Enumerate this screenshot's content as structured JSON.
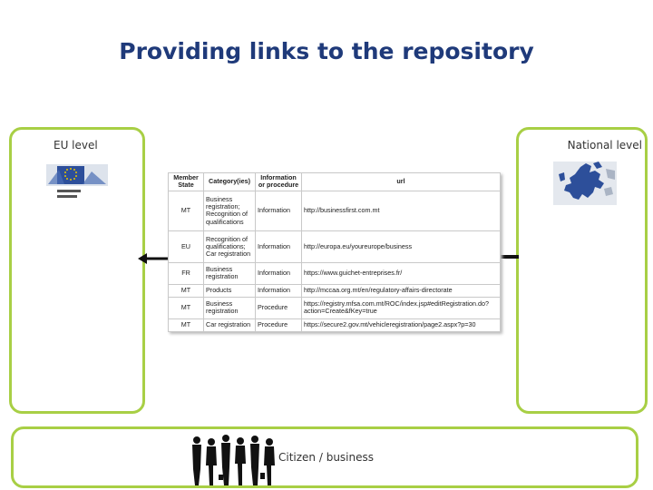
{
  "title": "Providing links to the repository",
  "eu_panel": {
    "label": "EU level",
    "logo_icon": "european-commission-logo-icon"
  },
  "national_panel": {
    "label": "National level",
    "map_icon": "europe-map-icon"
  },
  "citizen_panel": {
    "label": "Citizen / business",
    "icon": "people-silhouettes-icon"
  },
  "colors": {
    "title": "#1f3a7a",
    "panel_border": "#a8cf45",
    "arrow": "#111111"
  },
  "table": {
    "headers": [
      "Member State",
      "Category(ies)",
      "Information or procedure",
      "url"
    ],
    "rows": [
      [
        "MT",
        "Business registration; Recognition of qualifications",
        "Information",
        "http://businessfirst.com.mt"
      ],
      [
        "EU",
        "Recognition of qualifications; Car registration",
        "Information",
        "http://europa.eu/youreurope/business"
      ],
      [
        "FR",
        "Business registration",
        "Information",
        "https://www.guichet-entreprises.fr/"
      ],
      [
        "MT",
        "Products",
        "Information",
        "http://mccaa.org.mt/en/regulatory-affairs-directorate"
      ],
      [
        "MT",
        "Business registration",
        "Procedure",
        "https://registry.mfsa.com.mt/ROC/index.jsp#editRegistration.do?action=Create&fKey=true"
      ],
      [
        "MT",
        "Car registration",
        "Procedure",
        "https://secure2.gov.mt/vehicleregistration/page2.aspx?p=30"
      ]
    ]
  }
}
